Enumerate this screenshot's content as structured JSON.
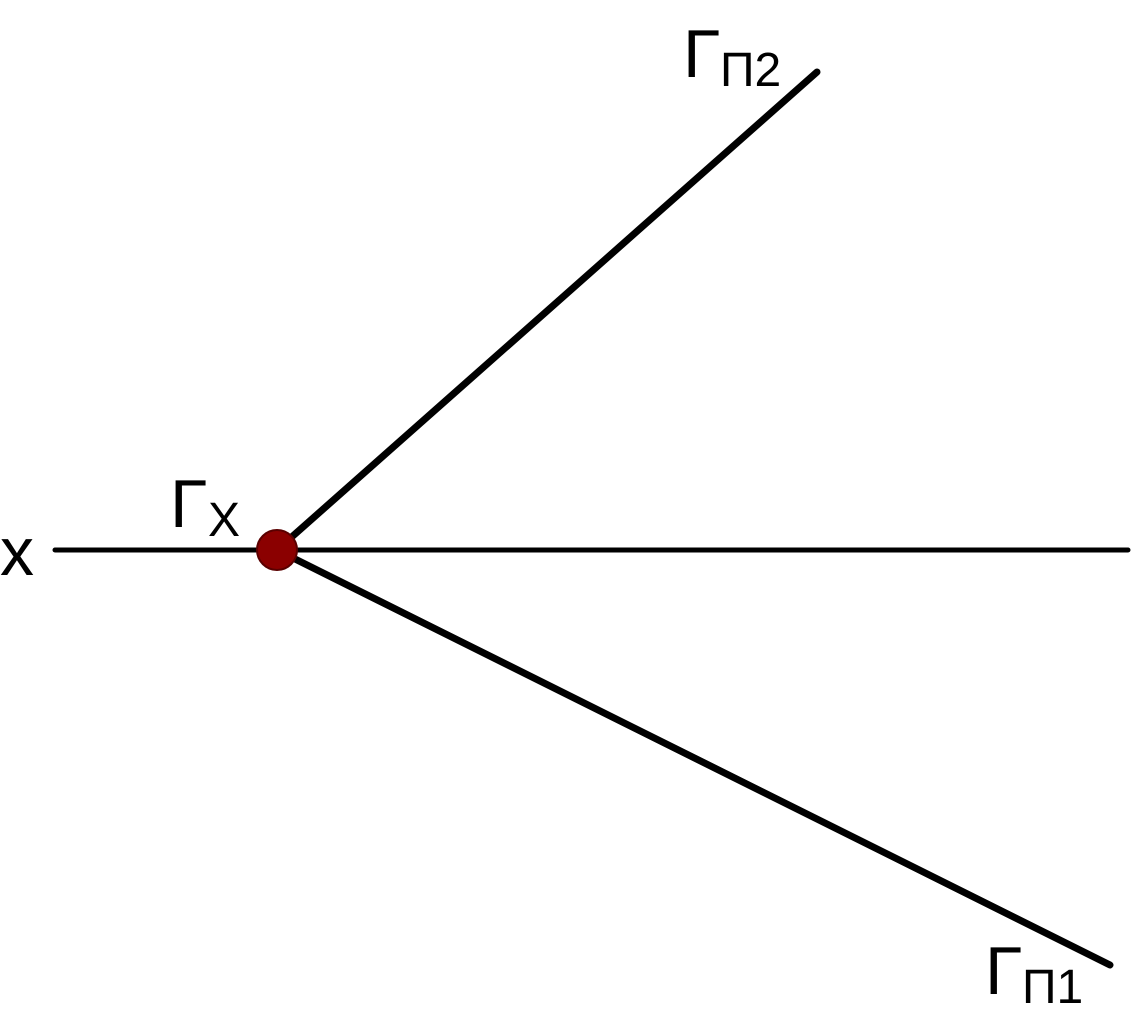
{
  "diagram": {
    "axis_label": "x",
    "trace_x": {
      "symbol": "Г",
      "subscript": "X"
    },
    "trace_p2": {
      "symbol": "Г",
      "subscript": "П2"
    },
    "trace_p1": {
      "symbol": "Г",
      "subscript": "П1"
    }
  },
  "colors": {
    "line": "#000000",
    "point_fill": "#8b0000",
    "point_stroke": "#5a0000"
  }
}
